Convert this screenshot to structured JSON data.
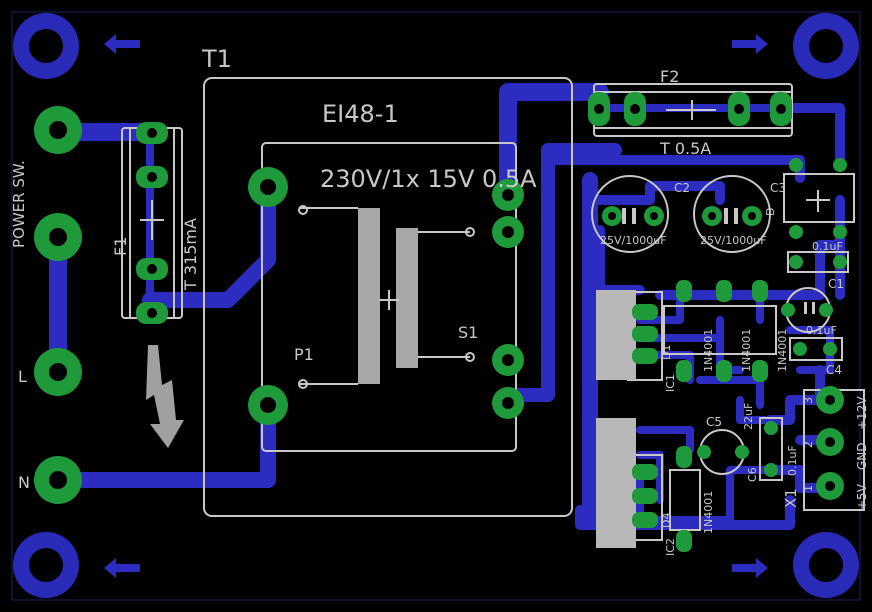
{
  "labels": {
    "transformer_ref": "T1",
    "transformer_model": "EI48-1",
    "transformer_rating": "230V/1x 15V 0.5A",
    "primary": "P1",
    "secondary": "S1",
    "fuse1_ref": "F1",
    "fuse1_value": "T 315mA",
    "fuse2_ref": "F2",
    "fuse2_value": "T 0.5A",
    "power_switch": "POWER SW.",
    "line": "L",
    "neutral": "N",
    "cap2_ref": "C2",
    "cap2_value": "25V/1000uF",
    "cap3_value": "25V/1000uF",
    "cap3_ref": "C3",
    "cap1_ref": "C1",
    "cap1_value": "0.1uF",
    "cap4_ref": "C4",
    "cap4_value": "0.1uF",
    "cap5_ref": "C5",
    "cap5_value": "22uF",
    "cap6_ref": "C6",
    "cap6_value": "0.1uF",
    "ic1_ref": "IC1",
    "ic2_ref": "IC2",
    "diode_bridge": "1N4001",
    "diode1_ref": "D1",
    "diode4_ref": "D4",
    "diode4_value": "1N4001",
    "diode_d": "D",
    "connector_ref": "X1",
    "pin1": "1",
    "pin2": "2",
    "pin3": "3",
    "out_5v": "+5V",
    "out_gnd": "GND",
    "out_12v": "+12V"
  },
  "colors": {
    "background": "#000000",
    "copper": "#2c2cc0",
    "pad": "#1f9a3a",
    "pad_hole": "#000000",
    "silkscreen": "#c8c8c8",
    "mounting_hole": "#2a2ab8"
  }
}
